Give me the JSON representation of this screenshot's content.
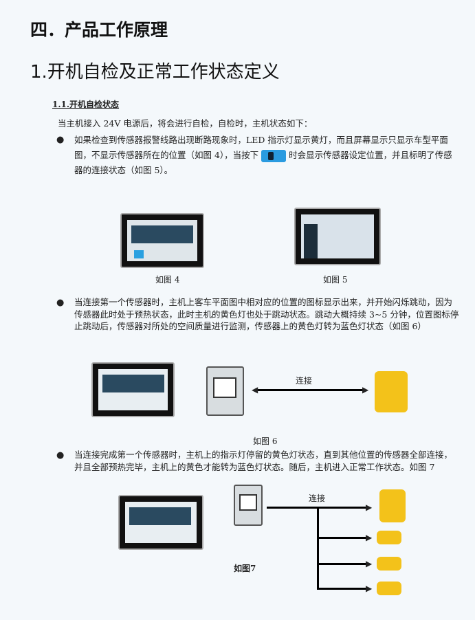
{
  "heading1": "四．产品工作原理",
  "heading2": "1.开机自检及正常工作状态定义",
  "section": {
    "title": "1.1.开机自检状态",
    "intro": "当主机接入 24V 电源后，将会进行自检，自检时，主机状态如下："
  },
  "bullets": [
    {
      "before_key": "如果检查到传感器报警线路出现断路现象时，LED 指示灯显示黄灯，而且屏幕显示只显示车型平面图，不显示传感器所在的位置（如图 4），当按下",
      "after_key": "时会显示传感器设定位置，并且标明了传感器的连接状态（如图 5）。"
    },
    {
      "text": "当连接第一个传感器时，主机上客车平面图中相对应的位置的图标显示出来，并开始闪烁跳动，因为传感器此时处于预热状态，此时主机的黄色灯也处于跳动状态。跳动大概持续 3~5 分钟，位置图标停止跳动后，传感器对所处的空间质量进行监测，传感器上的黄色灯转为蓝色灯状态（如图 6）"
    },
    {
      "text": "当连接完成第一个传感器时，主机上的指示灯停留的黄色灯状态，直到其他位置的传感器全部连接，并且全部预热完毕，主机上的黄色才能转为蓝色灯状态。随后，主机进入正常工作状态。如图 7"
    }
  ],
  "figures": {
    "fig4": "如图 4",
    "fig5": "如图 5",
    "fig6": "如图 6",
    "fig7": "如图7",
    "connect_label": "连接"
  }
}
